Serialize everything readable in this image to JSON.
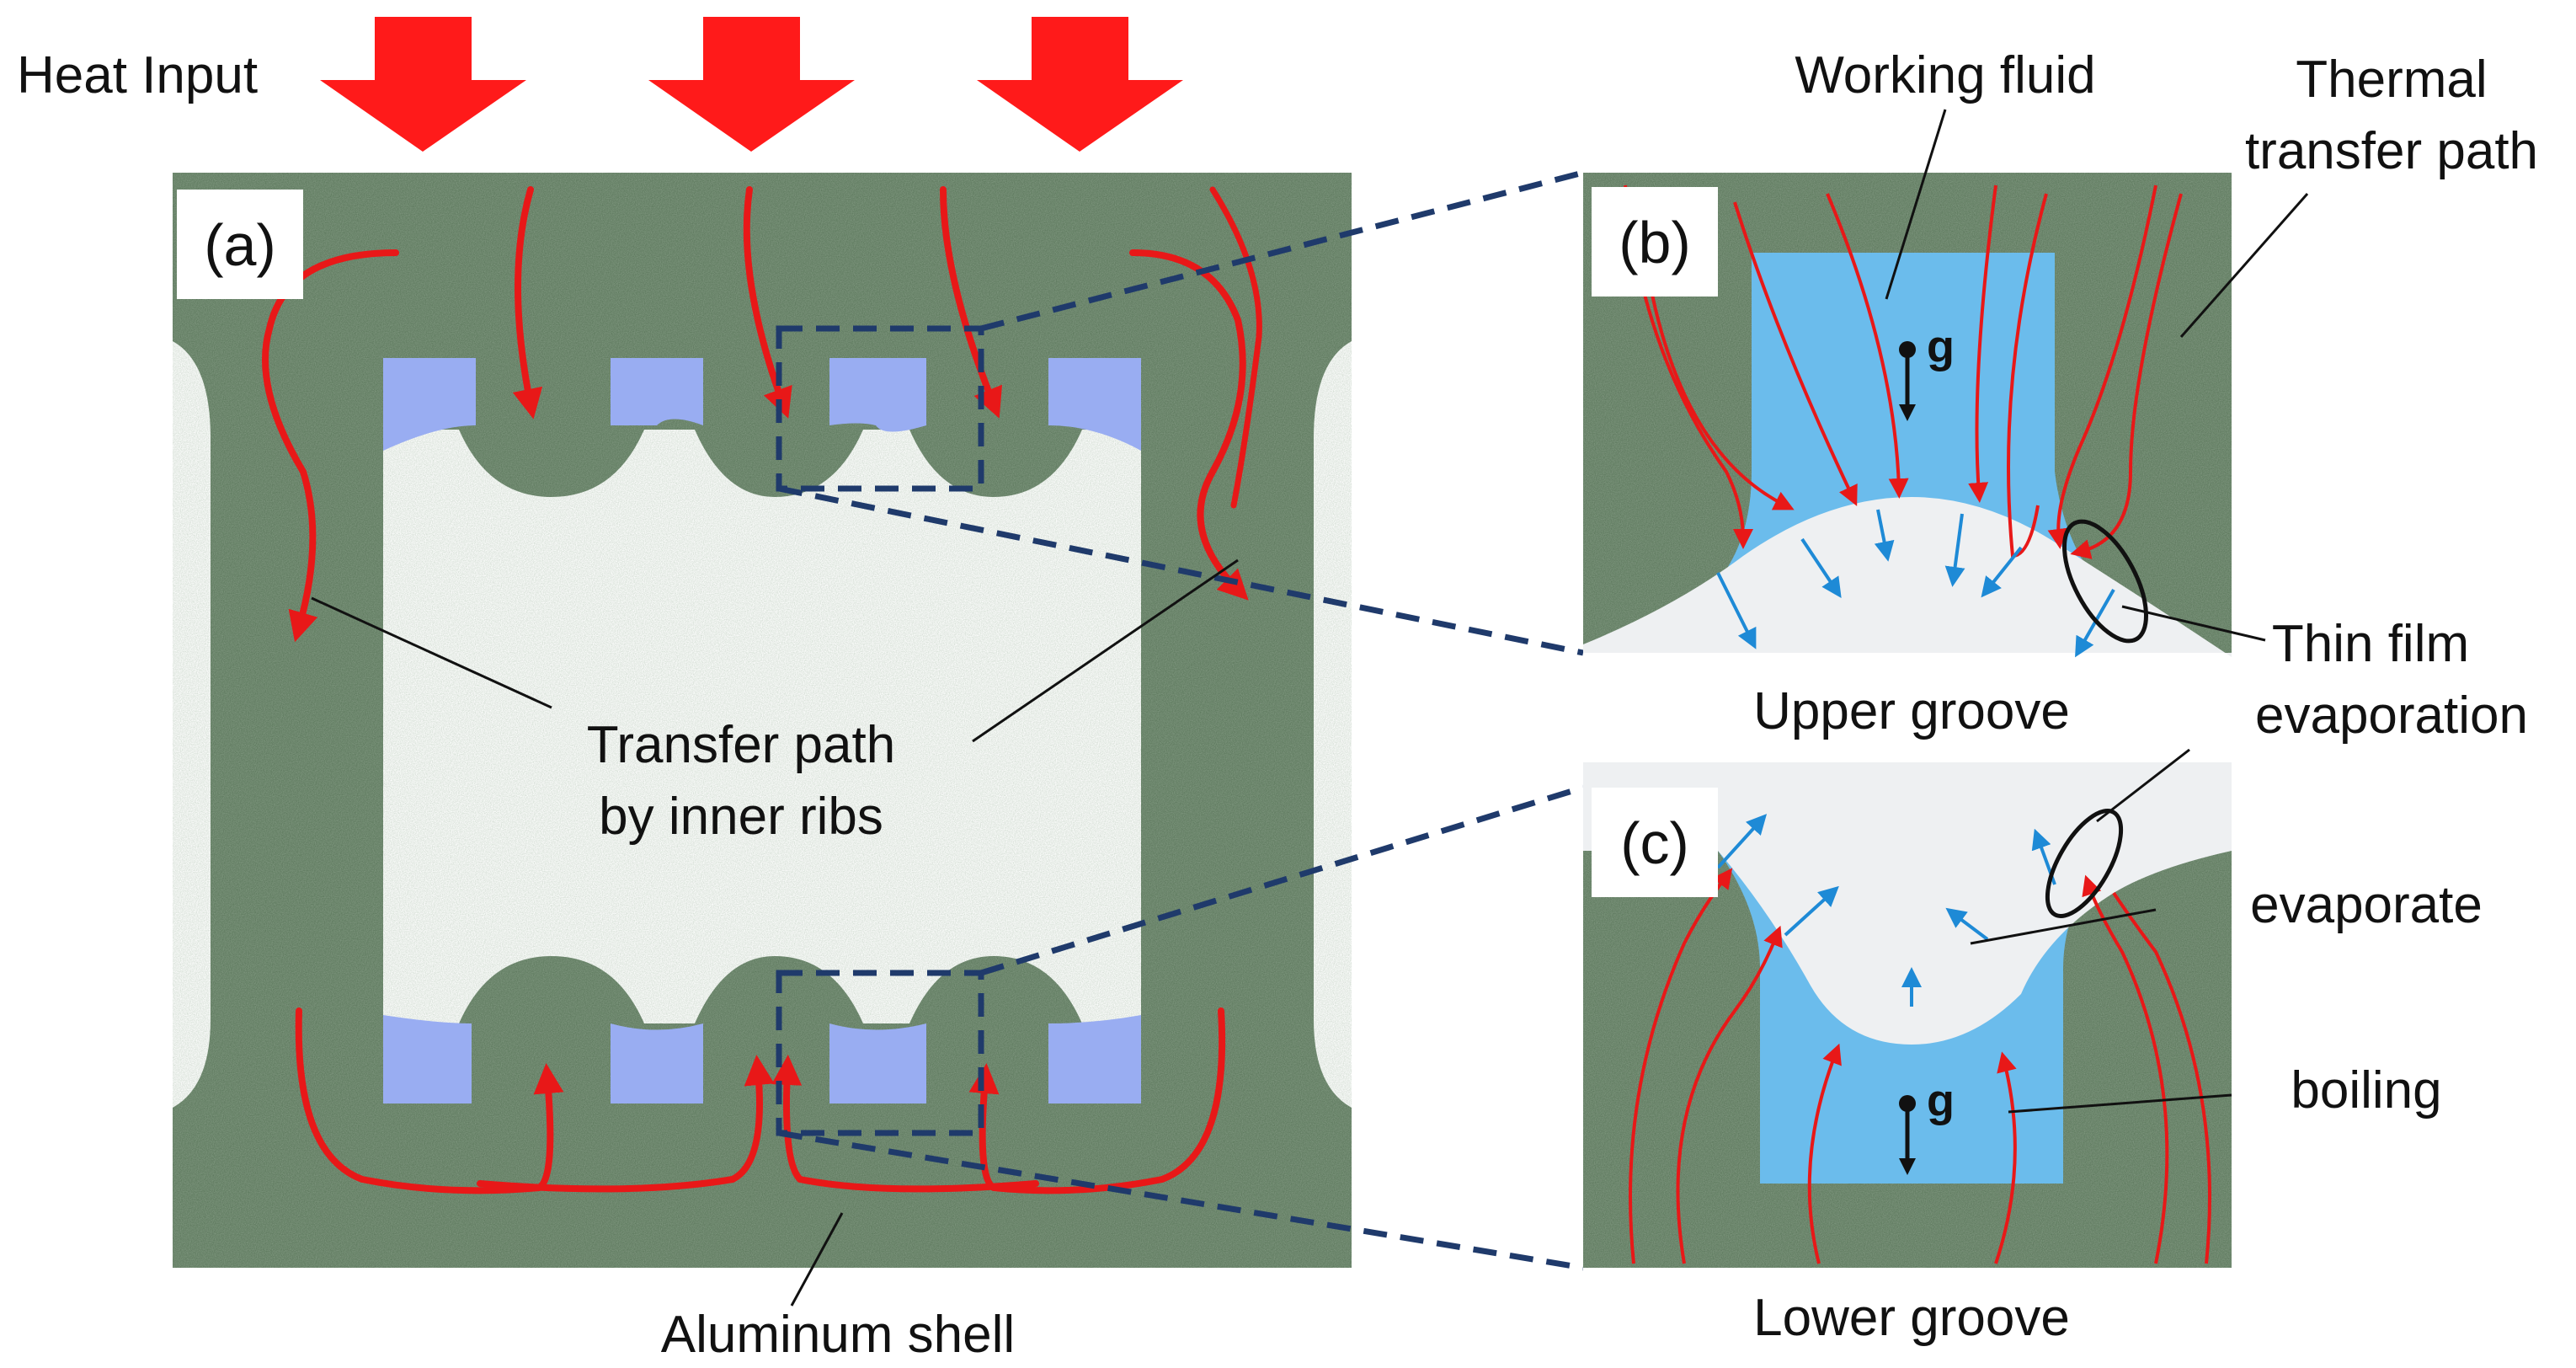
{
  "labels": {
    "heat_input": "Heat  Input",
    "panel_a": "(a)",
    "panel_b": "(b)",
    "panel_c": "(c)",
    "working_fluid": "Working fluid",
    "thermal_transfer_path_1": "Thermal",
    "thermal_transfer_path_2": "transfer path",
    "transfer_path_1": "Transfer path",
    "transfer_path_2": "by inner ribs",
    "aluminum_shell": "Aluminum shell",
    "upper_groove": "Upper groove",
    "lower_groove": "Lower groove",
    "thin_film_1": "Thin film",
    "thin_film_2": "evaporation",
    "evaporate": "evaporate",
    "boiling": "boiling",
    "gravity": "g"
  },
  "colors": {
    "aluminum": "#5f7a5f",
    "fluid_light": "#99adf2",
    "fluid_blue": "#6bbcec",
    "vapor": "#eef0f2",
    "heat_arrow": "#ff1a1a",
    "path_arrow": "#e81818",
    "vapor_arrow": "#1e8ad6",
    "zoom_line": "#1f3a6b"
  },
  "icons": {
    "heat_arrow": "down-arrow-icon",
    "gravity": "gravity-arrow-icon"
  }
}
